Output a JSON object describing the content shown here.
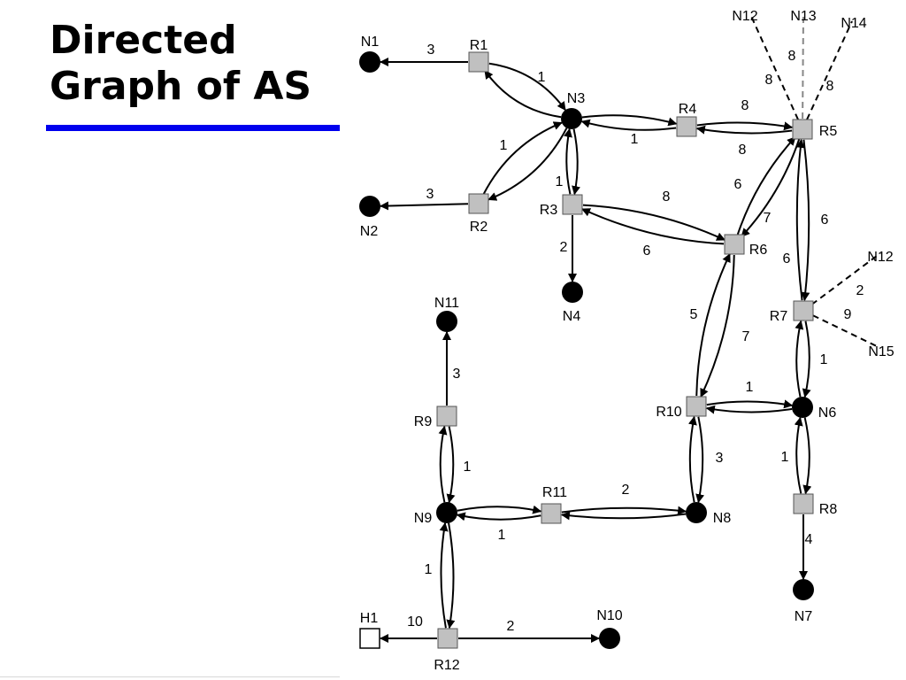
{
  "title": {
    "line1": "Directed",
    "line2": "Graph of AS"
  },
  "colors": {
    "router_fill": "#c0c0c0",
    "network_fill": "#000000",
    "host_fill": "#ffffff",
    "title_rule": "#0000ee"
  },
  "nodes": [
    {
      "id": "N1",
      "label": "N1",
      "kind": "network"
    },
    {
      "id": "N2",
      "label": "N2",
      "kind": "network"
    },
    {
      "id": "N3",
      "label": "N3",
      "kind": "network"
    },
    {
      "id": "N4",
      "label": "N4",
      "kind": "network"
    },
    {
      "id": "N6",
      "label": "N6",
      "kind": "network"
    },
    {
      "id": "N7",
      "label": "N7",
      "kind": "network"
    },
    {
      "id": "N8",
      "label": "N8",
      "kind": "network"
    },
    {
      "id": "N9",
      "label": "N9",
      "kind": "network"
    },
    {
      "id": "N10",
      "label": "N10",
      "kind": "network"
    },
    {
      "id": "N11",
      "label": "N11",
      "kind": "network"
    },
    {
      "id": "R1",
      "label": "R1",
      "kind": "router"
    },
    {
      "id": "R2",
      "label": "R2",
      "kind": "router"
    },
    {
      "id": "R3",
      "label": "R3",
      "kind": "router"
    },
    {
      "id": "R4",
      "label": "R4",
      "kind": "router"
    },
    {
      "id": "R5",
      "label": "R5",
      "kind": "router"
    },
    {
      "id": "R6",
      "label": "R6",
      "kind": "router"
    },
    {
      "id": "R7",
      "label": "R7",
      "kind": "router"
    },
    {
      "id": "R8",
      "label": "R8",
      "kind": "router"
    },
    {
      "id": "R9",
      "label": "R9",
      "kind": "router"
    },
    {
      "id": "R10",
      "label": "R10",
      "kind": "router"
    },
    {
      "id": "R11",
      "label": "R11",
      "kind": "router"
    },
    {
      "id": "R12",
      "label": "R12",
      "kind": "router"
    },
    {
      "id": "H1",
      "label": "H1",
      "kind": "host"
    },
    {
      "id": "N12a",
      "label": "N12",
      "kind": "external"
    },
    {
      "id": "N13",
      "label": "N13",
      "kind": "external"
    },
    {
      "id": "N14",
      "label": "N14",
      "kind": "external"
    },
    {
      "id": "N12b",
      "label": "N12",
      "kind": "external"
    },
    {
      "id": "N15",
      "label": "N15",
      "kind": "external"
    }
  ],
  "edges": [
    {
      "from": "R1",
      "to": "N1",
      "cost": "3"
    },
    {
      "from": "R2",
      "to": "N2",
      "cost": "3"
    },
    {
      "from": "R1",
      "to": "N3",
      "cost": "1"
    },
    {
      "from": "N3",
      "to": "R1",
      "cost": ""
    },
    {
      "from": "R2",
      "to": "N3",
      "cost": "1"
    },
    {
      "from": "N3",
      "to": "R2",
      "cost": ""
    },
    {
      "from": "R3",
      "to": "N3",
      "cost": "1"
    },
    {
      "from": "N3",
      "to": "R3",
      "cost": ""
    },
    {
      "from": "R4",
      "to": "N3",
      "cost": "1"
    },
    {
      "from": "N3",
      "to": "R4",
      "cost": ""
    },
    {
      "from": "R3",
      "to": "N4",
      "cost": "2"
    },
    {
      "from": "R4",
      "to": "R5",
      "cost": "8"
    },
    {
      "from": "R5",
      "to": "R4",
      "cost": "8"
    },
    {
      "from": "R3",
      "to": "R6",
      "cost": "8"
    },
    {
      "from": "R6",
      "to": "R3",
      "cost": "6"
    },
    {
      "from": "R5",
      "to": "R6",
      "cost": "7"
    },
    {
      "from": "R6",
      "to": "R5",
      "cost": "6"
    },
    {
      "from": "R5",
      "to": "R7",
      "cost": "6"
    },
    {
      "from": "R7",
      "to": "R5",
      "cost": "6"
    },
    {
      "from": "R6",
      "to": "R10",
      "cost": "7"
    },
    {
      "from": "R10",
      "to": "R6",
      "cost": "5"
    },
    {
      "from": "R7",
      "to": "N6",
      "cost": "1"
    },
    {
      "from": "N6",
      "to": "R7",
      "cost": ""
    },
    {
      "from": "R10",
      "to": "N6",
      "cost": "1"
    },
    {
      "from": "N6",
      "to": "R10",
      "cost": ""
    },
    {
      "from": "R8",
      "to": "N6",
      "cost": "1"
    },
    {
      "from": "N6",
      "to": "R8",
      "cost": ""
    },
    {
      "from": "R8",
      "to": "N7",
      "cost": "4"
    },
    {
      "from": "R10",
      "to": "N8",
      "cost": "3"
    },
    {
      "from": "N8",
      "to": "R10",
      "cost": ""
    },
    {
      "from": "R11",
      "to": "N8",
      "cost": "2"
    },
    {
      "from": "N8",
      "to": "R11",
      "cost": ""
    },
    {
      "from": "R11",
      "to": "N9",
      "cost": "1"
    },
    {
      "from": "N9",
      "to": "R11",
      "cost": ""
    },
    {
      "from": "R9",
      "to": "N9",
      "cost": "1"
    },
    {
      "from": "N9",
      "to": "R9",
      "cost": ""
    },
    {
      "from": "R9",
      "to": "N11",
      "cost": "3"
    },
    {
      "from": "R12",
      "to": "N9",
      "cost": "1"
    },
    {
      "from": "N9",
      "to": "R12",
      "cost": ""
    },
    {
      "from": "R12",
      "to": "N10",
      "cost": "2"
    },
    {
      "from": "R12",
      "to": "H1",
      "cost": "10"
    },
    {
      "from": "R5",
      "to": "N12a",
      "cost": "8",
      "external": true
    },
    {
      "from": "R5",
      "to": "N13",
      "cost": "8",
      "external": true
    },
    {
      "from": "R5",
      "to": "N14",
      "cost": "8",
      "external": true
    },
    {
      "from": "R7",
      "to": "N12b",
      "cost": "2",
      "external": true
    },
    {
      "from": "R7",
      "to": "N15",
      "cost": "9",
      "external": true
    }
  ]
}
